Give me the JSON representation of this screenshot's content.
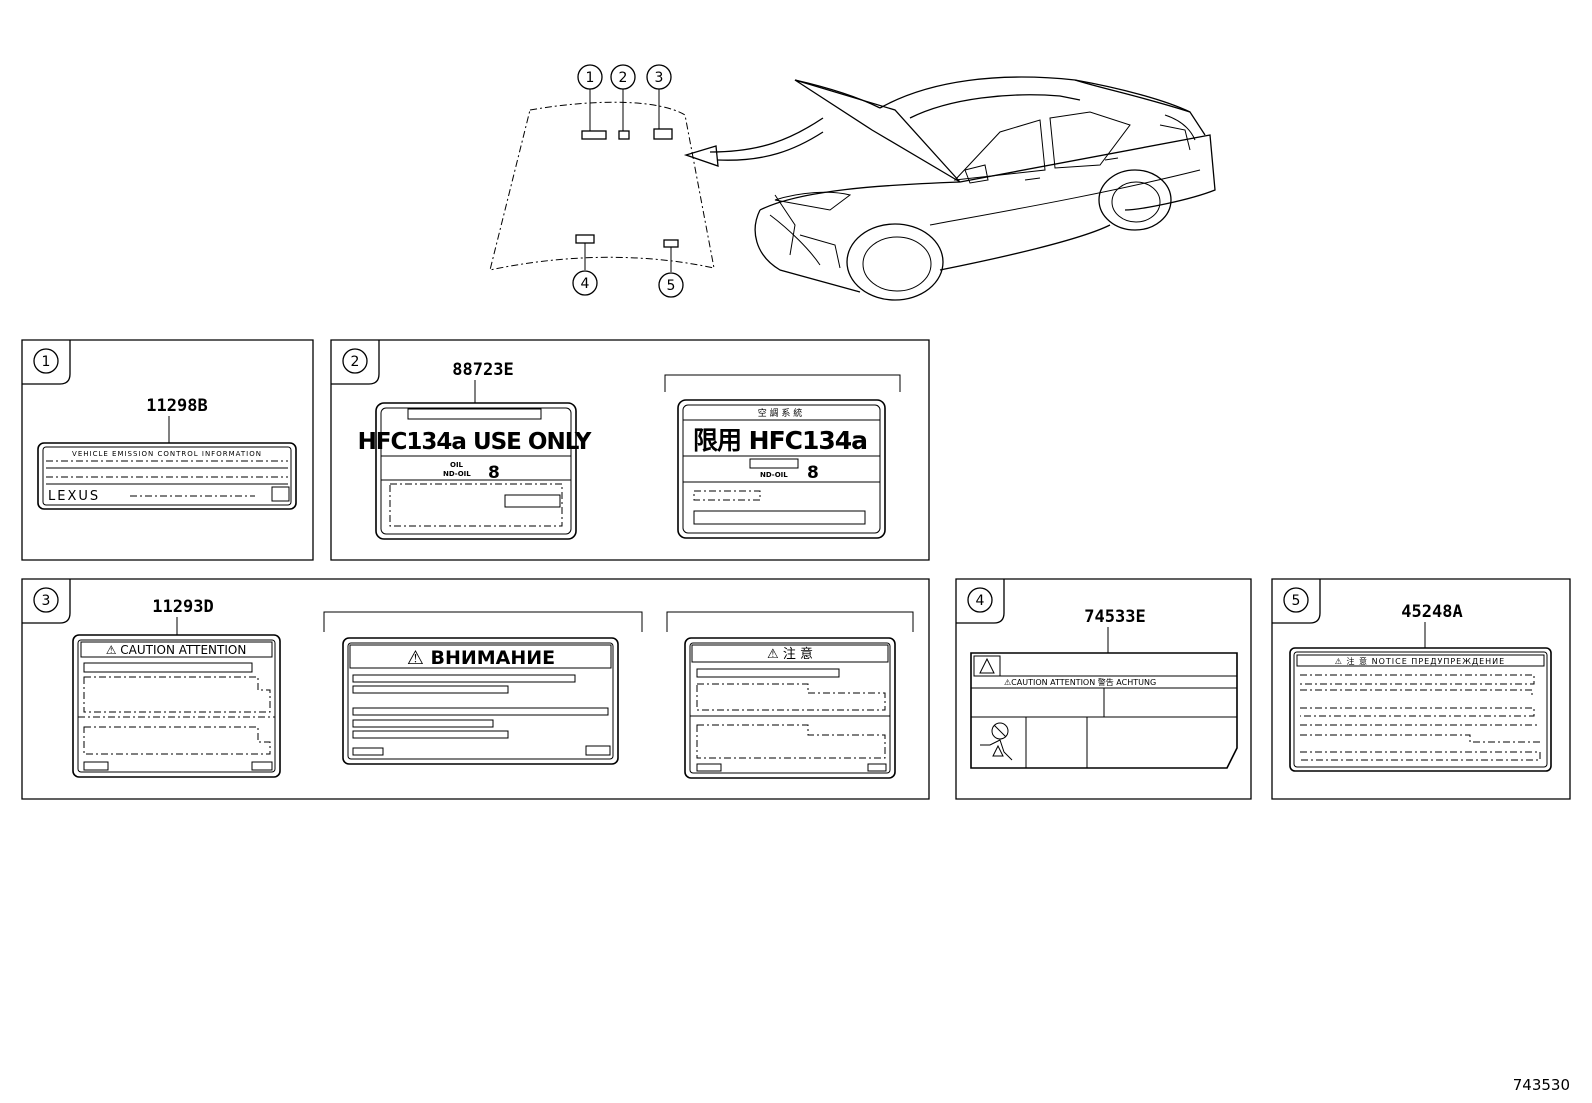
{
  "diagram_id": "743530",
  "callouts": [
    "1",
    "2",
    "3",
    "4",
    "5"
  ],
  "panels": [
    {
      "index": "1",
      "part_number": "11298B",
      "label": {
        "heading": "VEHICLE EMISSION CONTROL INFORMATION",
        "brand": "LEXUS"
      }
    },
    {
      "index": "2",
      "part_number": "88723E",
      "label_a": {
        "main": "HFC134a USE ONLY",
        "oil": "OIL",
        "oil_grade": "ND-OIL",
        "oil_number": "8"
      },
      "label_b": {
        "header": "空 調 系 統",
        "main": "限用 HFC134a",
        "oil_grade": "ND-OIL",
        "oil_number": "8"
      }
    },
    {
      "index": "3",
      "part_number": "11293D",
      "label_a": {
        "heading": "⚠ CAUTION  ATTENTION"
      },
      "label_b": {
        "heading": "⚠ ВНИМАНИЕ"
      },
      "label_c": {
        "heading": "⚠ 注  意"
      }
    },
    {
      "index": "4",
      "part_number": "74533E",
      "label": {
        "heading": "⚠CAUTION  ATTENTION  警告  ACHTUNG"
      }
    },
    {
      "index": "5",
      "part_number": "45248A",
      "label": {
        "heading": "⚠ 注 意   NOTICE   ПРЕДУПРЕЖДЕНИЕ"
      }
    }
  ]
}
